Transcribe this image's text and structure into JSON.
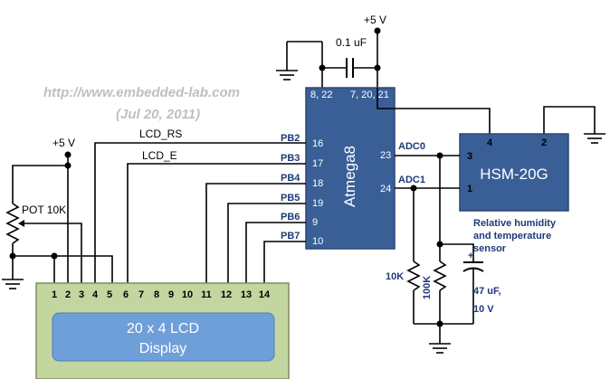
{
  "watermark": {
    "url": "http://www.embedded-lab.com",
    "date": "(Jul 20, 2011)"
  },
  "supply": {
    "vcc_top": "+5 V",
    "vcc_left": "+5 V"
  },
  "capacitors": {
    "decoupling": "0.1 uF",
    "filter_value": "47 uF,",
    "filter_voltage": "10 V",
    "filter_polarity": "+"
  },
  "potentiometer": {
    "label": "POT 10K"
  },
  "resistors": {
    "r1": "10K",
    "r2": "100K"
  },
  "mcu": {
    "name": "Atmega8",
    "power_pins_left": "8, 22",
    "power_pins_right": "7, 20, 21",
    "left_pins": [
      {
        "port": "PB2",
        "num": "16"
      },
      {
        "port": "PB3",
        "num": "17"
      },
      {
        "port": "PB4",
        "num": "18"
      },
      {
        "port": "PB5",
        "num": "19"
      },
      {
        "port": "PB6",
        "num": "9"
      },
      {
        "port": "PB7",
        "num": "10"
      }
    ],
    "right_pins": [
      {
        "port": "ADC0",
        "num": "23"
      },
      {
        "port": "ADC1",
        "num": "24"
      }
    ]
  },
  "signals": {
    "lcd_rs": "LCD_RS",
    "lcd_e": "LCD_E"
  },
  "sensor": {
    "name": "HSM-20G",
    "pin4": "4",
    "pin2": "2",
    "pin3": "3",
    "pin1": "1",
    "caption": [
      "Relative humidity",
      "and temperature",
      "sensor"
    ]
  },
  "lcd": {
    "pins": [
      "1",
      "2",
      "3",
      "4",
      "5",
      "6",
      "7",
      "8",
      "9",
      "10",
      "11",
      "12",
      "13",
      "14"
    ],
    "title_line1": "20 x 4 LCD",
    "title_line2": "Display"
  },
  "colors": {
    "chip": "#3a5f96",
    "lcd_body": "#c3d6a0",
    "lcd_screen": "#6f9fd8",
    "net_label": "#1f3a78"
  }
}
